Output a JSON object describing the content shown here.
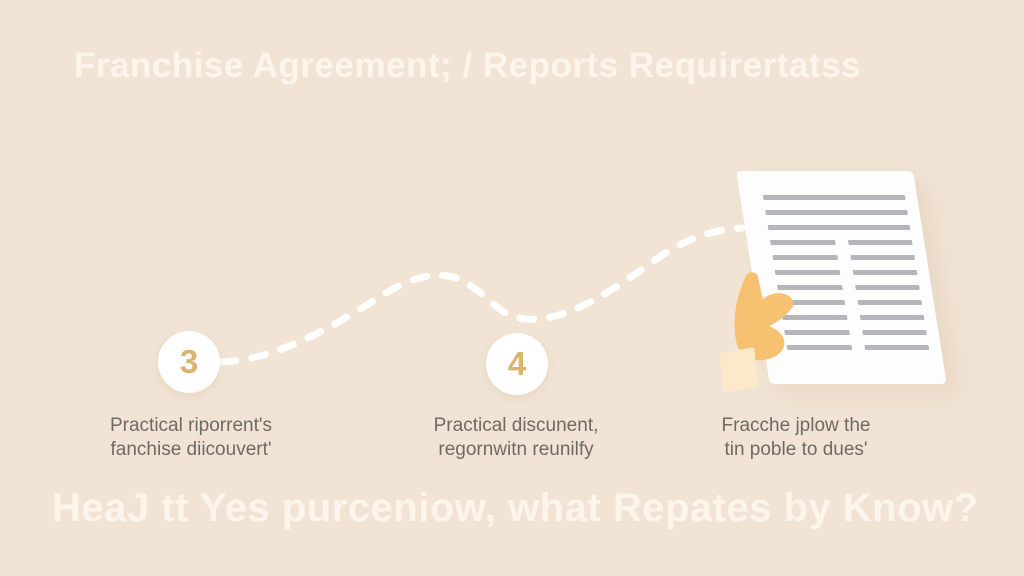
{
  "page": {
    "title": "Franchise Agreement; / Reports Requirertatss",
    "bottom_heading": "HeaJ tt Yes purceniow, what Repates by Know?"
  },
  "steps": [
    {
      "number": "3",
      "label": [
        "Practical riporrent's",
        "fanchise diicouvert'"
      ]
    },
    {
      "number": "4",
      "label": [
        "Practical discunent,",
        "regornwitn reunilfy"
      ]
    },
    {
      "number": null,
      "label": [
        "Fracche jplow the",
        "tin poble to dues'"
      ]
    }
  ],
  "illustration": {
    "name": "hand-holding-document",
    "document_full_lines": 3,
    "document_double_rows": 8
  },
  "colors": {
    "background": "#f2e4d4",
    "heading_text": "#fbf5ec",
    "label_text": "#6e6a64",
    "step_number": "#dab46e",
    "circle_fill": "#ffffff",
    "dashed_line": "#ffffff",
    "document_fill": "#fdfdfd",
    "document_line": "#b6b6ba",
    "hand_skin": "#f7c172",
    "hand_cuff": "#fce9c9"
  }
}
